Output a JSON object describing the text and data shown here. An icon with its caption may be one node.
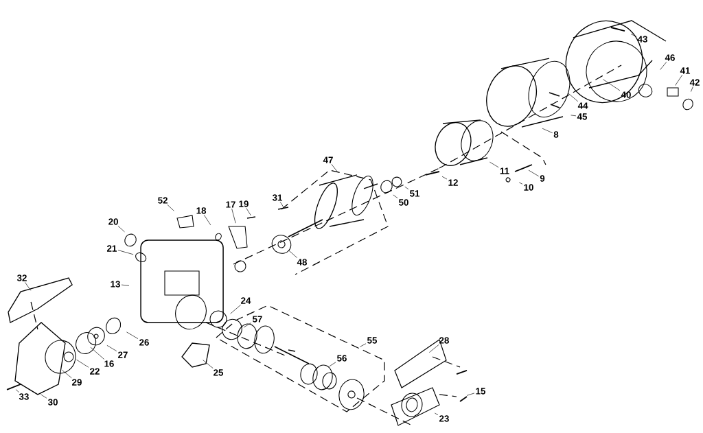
{
  "diagram": {
    "nodes": [
      {
        "text": [
          "43"
        ]
      },
      {
        "text": [
          "46"
        ]
      },
      {
        "text": [
          "41"
        ]
      },
      {
        "text": [
          "42"
        ]
      },
      {
        "text": [
          "40"
        ]
      },
      {
        "text": [
          "44"
        ]
      },
      {
        "text": [
          "45"
        ]
      },
      {
        "text": [
          "8"
        ]
      },
      {
        "text": [
          "47"
        ]
      },
      {
        "text": [
          "11"
        ]
      },
      {
        "text": [
          "12"
        ]
      },
      {
        "text": [
          "9"
        ]
      },
      {
        "text": [
          "51"
        ]
      },
      {
        "text": [
          "10"
        ]
      },
      {
        "text": [
          "50"
        ]
      },
      {
        "text": [
          "52"
        ]
      },
      {
        "text": [
          "31"
        ]
      },
      {
        "text": [
          "17"
        ]
      },
      {
        "text": [
          "19"
        ]
      },
      {
        "text": [
          "18"
        ]
      },
      {
        "text": [
          "20"
        ]
      },
      {
        "text": [
          "21"
        ]
      },
      {
        "text": [
          "48"
        ]
      },
      {
        "text": [
          "32"
        ]
      },
      {
        "text": [
          "13"
        ]
      },
      {
        "text": [
          "24"
        ]
      },
      {
        "text": [
          "57"
        ]
      },
      {
        "text": [
          "55"
        ]
      },
      {
        "text": [
          "26"
        ]
      },
      {
        "text": [
          "28"
        ]
      },
      {
        "text": [
          "27"
        ]
      },
      {
        "text": [
          "56"
        ]
      },
      {
        "text": [
          "16"
        ]
      },
      {
        "text": [
          "22"
        ]
      },
      {
        "text": [
          "25"
        ]
      },
      {
        "text": [
          "29"
        ]
      },
      {
        "text": [
          "15"
        ]
      },
      {
        "text": [
          "33"
        ]
      },
      {
        "text": [
          "30"
        ]
      },
      {
        "text": [
          "23"
        ]
      }
    ],
    "edges": [
      {
        "from": 0,
        "to": null,
        "arrow": "none"
      },
      {
        "from": 1,
        "to": null,
        "arrow": "none"
      },
      {
        "from": 2,
        "to": null,
        "arrow": "none"
      },
      {
        "from": 3,
        "to": null,
        "arrow": "none"
      },
      {
        "from": 4,
        "to": null,
        "arrow": "none"
      },
      {
        "from": 5,
        "to": null,
        "arrow": "none"
      },
      {
        "from": 6,
        "to": null,
        "arrow": "none"
      },
      {
        "from": 7,
        "to": null,
        "arrow": "none"
      },
      {
        "from": 8,
        "to": null,
        "arrow": "none"
      },
      {
        "from": 9,
        "to": null,
        "arrow": "none"
      },
      {
        "from": 10,
        "to": null,
        "arrow": "none"
      },
      {
        "from": 11,
        "to": null,
        "arrow": "none"
      },
      {
        "from": 12,
        "to": null,
        "arrow": "none"
      },
      {
        "from": 13,
        "to": null,
        "arrow": "none"
      },
      {
        "from": 14,
        "to": null,
        "arrow": "none"
      },
      {
        "from": 15,
        "to": null,
        "arrow": "none"
      },
      {
        "from": 16,
        "to": null,
        "arrow": "none"
      },
      {
        "from": 17,
        "to": null,
        "arrow": "none"
      },
      {
        "from": 18,
        "to": null,
        "arrow": "none"
      },
      {
        "from": 19,
        "to": null,
        "arrow": "none"
      },
      {
        "from": 20,
        "to": null,
        "arrow": "none"
      },
      {
        "from": 21,
        "to": null,
        "arrow": "none"
      },
      {
        "from": 22,
        "to": null,
        "arrow": "none"
      },
      {
        "from": 23,
        "to": null,
        "arrow": "none"
      },
      {
        "from": 24,
        "to": null,
        "arrow": "none"
      },
      {
        "from": 25,
        "to": null,
        "arrow": "none"
      },
      {
        "from": 26,
        "to": null,
        "arrow": "none"
      },
      {
        "from": 27,
        "to": null,
        "arrow": "none"
      },
      {
        "from": 28,
        "to": null,
        "arrow": "none"
      },
      {
        "from": 29,
        "to": null,
        "arrow": "none"
      },
      {
        "from": 30,
        "to": null,
        "arrow": "none"
      },
      {
        "from": 31,
        "to": null,
        "arrow": "none"
      },
      {
        "from": 32,
        "to": null,
        "arrow": "none"
      },
      {
        "from": 33,
        "to": null,
        "arrow": "none"
      },
      {
        "from": 34,
        "to": null,
        "arrow": "none"
      },
      {
        "from": 35,
        "to": null,
        "arrow": "none"
      },
      {
        "from": 36,
        "to": null,
        "arrow": "none"
      },
      {
        "from": 37,
        "to": null,
        "arrow": "none"
      },
      {
        "from": 38,
        "to": null,
        "arrow": "none"
      },
      {
        "from": 39,
        "to": null,
        "arrow": "none"
      }
    ]
  }
}
